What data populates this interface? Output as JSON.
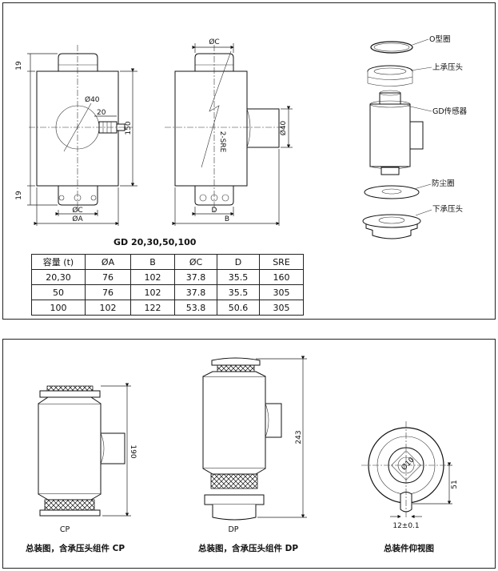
{
  "drawing_top": {
    "front_view": {
      "dim_top": "19",
      "dim_bottom": "19",
      "dim_height": "150",
      "dim_hole": "Ø40",
      "dim_connector": "20",
      "dim_c": "ØC",
      "dim_a": "ØA"
    },
    "side_view": {
      "dim_c": "ØC",
      "dim_sre": "2-SRE",
      "dim_hole": "Ø40",
      "dim_d": "D",
      "dim_b": "B"
    },
    "exploded_view": {
      "parts": [
        "O型圈",
        "上承压头",
        "GD传感器",
        "防尘圈",
        "下承压头"
      ]
    },
    "model_title": "GD 20,30,50,100",
    "table": {
      "headers": [
        "容量 (t)",
        "ØA",
        "B",
        "ØC",
        "D",
        "SRE"
      ],
      "rows": [
        [
          "20,30",
          "76",
          "102",
          "37.8",
          "35.5",
          "160"
        ],
        [
          "50",
          "76",
          "102",
          "37.8",
          "35.5",
          "305"
        ],
        [
          "100",
          "102",
          "122",
          "53.8",
          "50.6",
          "305"
        ]
      ]
    }
  },
  "drawing_bottom": {
    "cp": {
      "dim_height": "190",
      "label": "CP",
      "caption": "总装图，含承压头组件 CP"
    },
    "dp": {
      "dim_height": "243",
      "label": "DP",
      "caption": "总装图，含承压头组件 DP"
    },
    "bottom_view": {
      "dim_inner": "Ø10",
      "dim_offset": "51",
      "dim_slot": "12±0.1",
      "caption": "总装件仰视图"
    }
  }
}
